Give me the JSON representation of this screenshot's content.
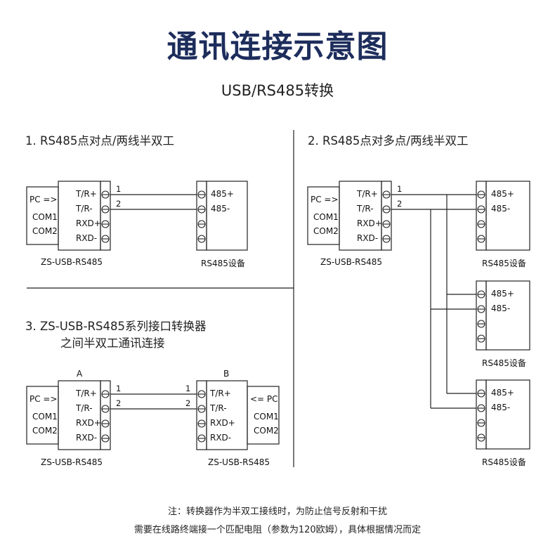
{
  "title": "通讯连接示意图",
  "subtitle": "USB/RS485转换",
  "sections": {
    "s1": "1. RS485点对点/两线半双工",
    "s2": "2. RS485点对多点/两线半双工",
    "s3_line1": "3. ZS-USB-RS485系列接口转换器",
    "s3_line2": "之间半双工通讯连接"
  },
  "pc_box": {
    "pc": "PC =>",
    "com1": "COM1",
    "com2": "COM2"
  },
  "pc_box_right": {
    "pc": "<= PC",
    "com1": "COM1",
    "com2": "COM2"
  },
  "converter_pins": [
    "T/R+",
    "T/R-",
    "RXD+",
    "RXD-"
  ],
  "device_pins": [
    "485+",
    "485-"
  ],
  "wire_numbers": [
    "1",
    "2"
  ],
  "converter_name": "ZS-USB-RS485",
  "device_name": "RS485设备",
  "box_labels": {
    "a": "A",
    "b": "B"
  },
  "note": {
    "line1": "注：转换器作为半双工接线时，为防止信号反射和干扰",
    "line2": "需要在线路终端接一个匹配电阻（参数为120欧姆），具体根据情况而定"
  }
}
